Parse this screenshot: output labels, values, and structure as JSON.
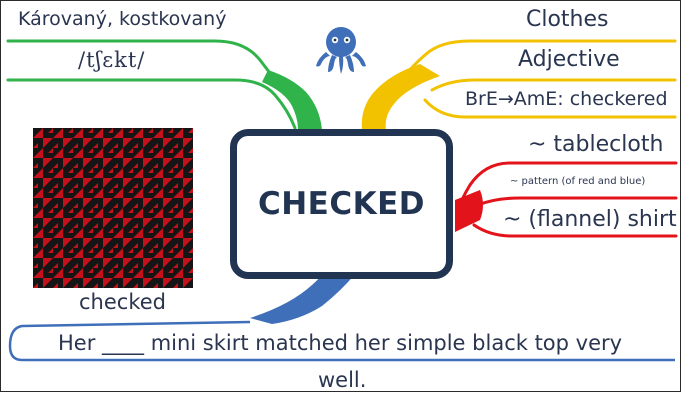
{
  "center": {
    "title": "CHECKED"
  },
  "left_branch": {
    "translation": "Károvaný, kostkovaný",
    "pronunciation": "/tʃɛkt/"
  },
  "right_branch": {
    "category": "Clothes",
    "part_of_speech": "Adjective",
    "variant": "BrE→AmE: checkered"
  },
  "collocations": {
    "item_1": "~ tablecloth",
    "item_2": "~ pattern (of red and blue)",
    "item_3": "~ (flannel) shirt"
  },
  "image": {
    "label": "checked"
  },
  "example": {
    "line_1": "Her ____ mini skirt matched her simple black top very",
    "line_2": "well."
  },
  "colors": {
    "green": "#2fb34a",
    "yellow": "#f2c200",
    "red": "#e3131b",
    "blue": "#3f6fb8",
    "navy": "#213553",
    "pattern_red": "#c4111b",
    "pattern_dark": "#151515"
  },
  "icons": {
    "logo": "octopus-logo-icon",
    "pattern": "houndstooth-pattern-image"
  }
}
